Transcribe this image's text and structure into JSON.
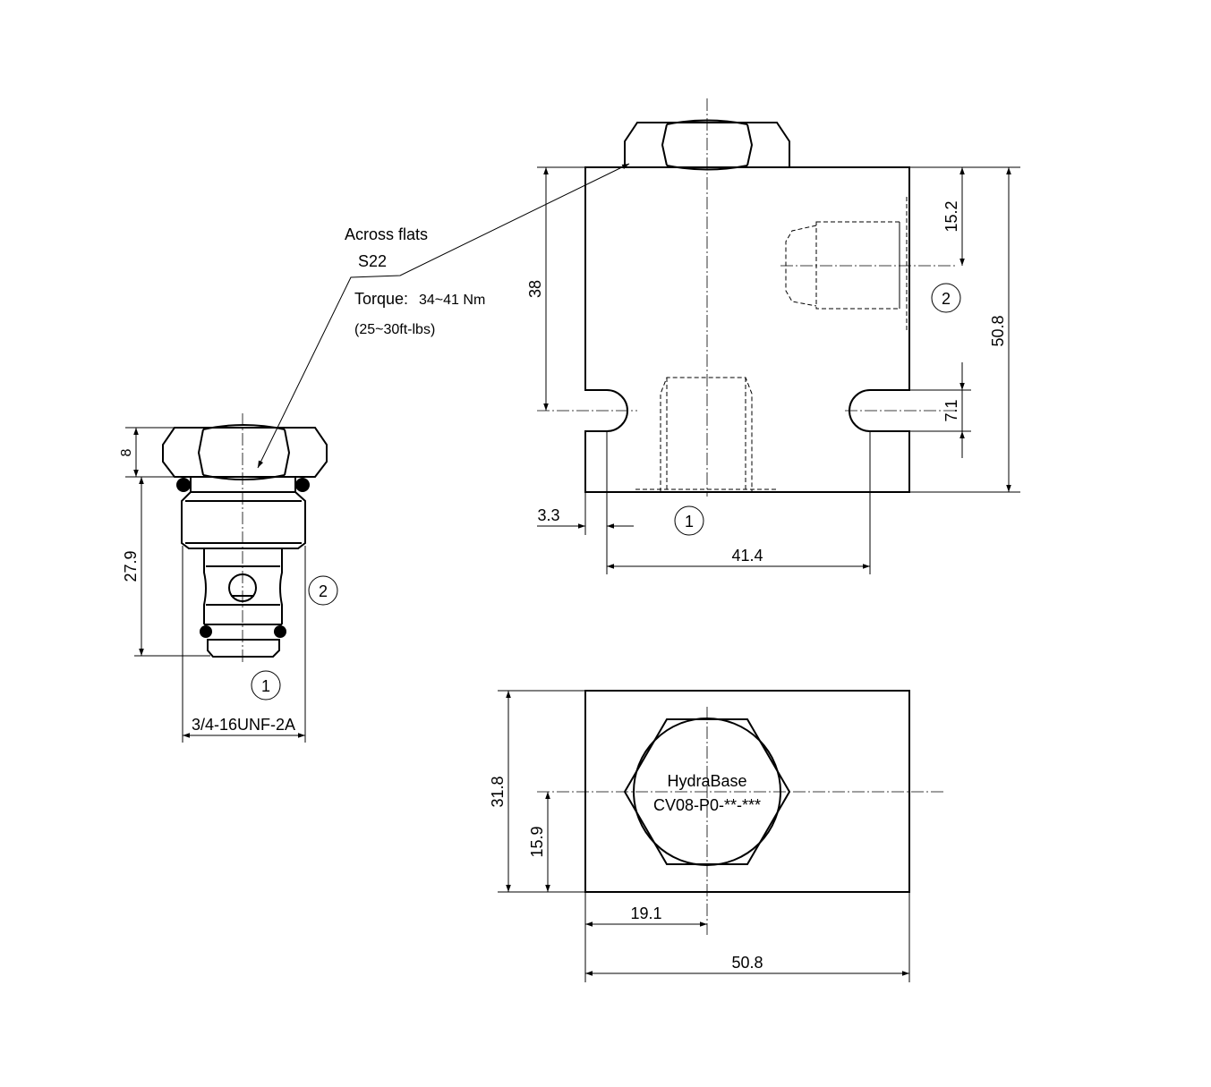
{
  "annotation": {
    "across_flats": "Across flats",
    "size": "S22",
    "torque_label": "Torque:",
    "torque_nm": "34~41 Nm",
    "torque_ftlbs": "(25~30ft-lbs)"
  },
  "cartridge": {
    "dim_hex_height": "8",
    "dim_length": "27.9",
    "thread": "3/4-16UNF-2A",
    "port_1": "1",
    "port_2": "2"
  },
  "block_front": {
    "dim_38": "38",
    "dim_15_2": "15.2",
    "dim_50_8": "50.8",
    "dim_7_1": "7.1",
    "dim_3_3": "3.3",
    "dim_41_4": "41.4",
    "port_1": "1",
    "port_2": "2"
  },
  "block_top": {
    "brand": "HydraBase",
    "model": "CV08-P0-**-***",
    "dim_31_8": "31.8",
    "dim_15_9": "15.9",
    "dim_19_1": "19.1",
    "dim_50_8": "50.8"
  }
}
